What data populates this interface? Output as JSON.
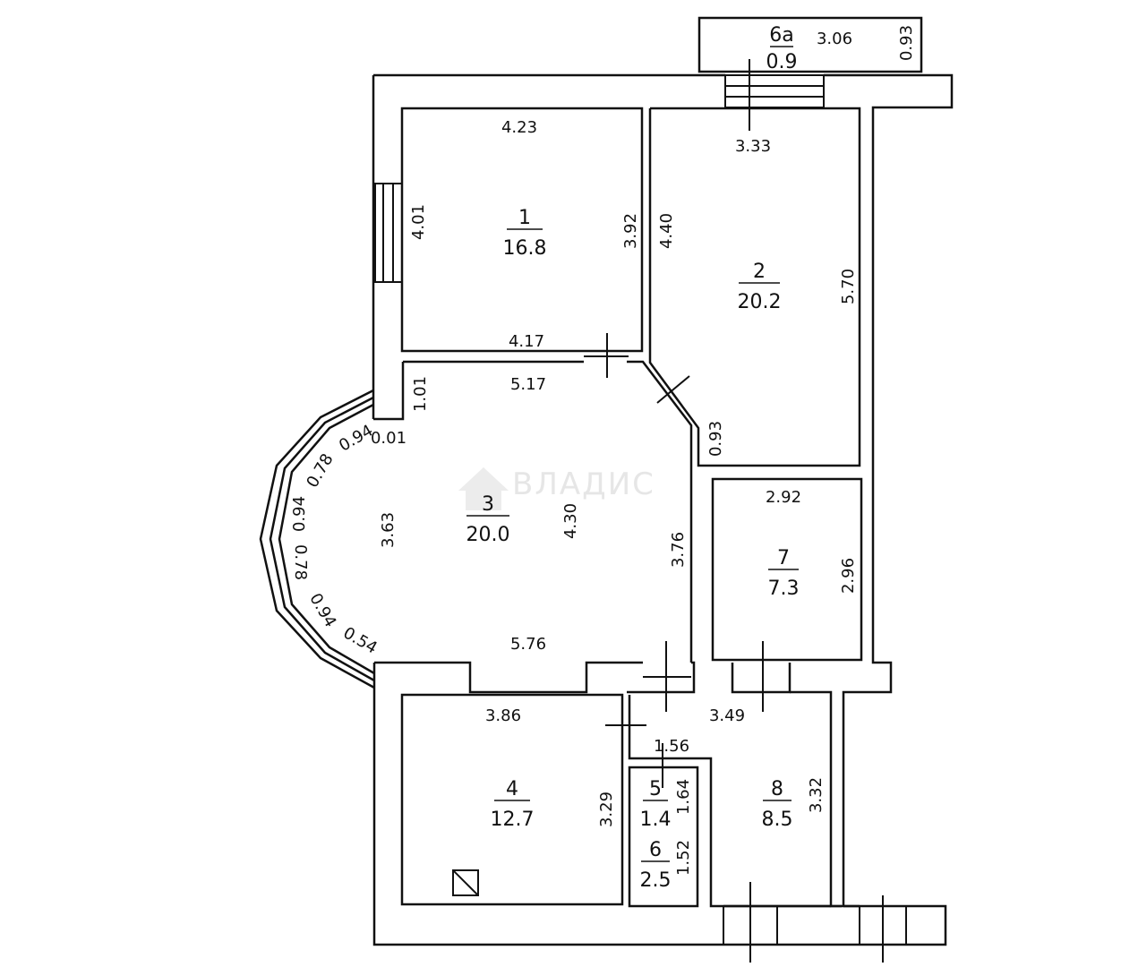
{
  "watermark": "ВЛАДИС",
  "rooms": [
    {
      "id": "r6a",
      "number": "6а",
      "area": "0.9"
    },
    {
      "id": "r1",
      "number": "1",
      "area": "16.8"
    },
    {
      "id": "r2",
      "number": "2",
      "area": "20.2"
    },
    {
      "id": "r3",
      "number": "3",
      "area": "20.0"
    },
    {
      "id": "r7",
      "number": "7",
      "area": "7.3"
    },
    {
      "id": "r4",
      "number": "4",
      "area": "12.7"
    },
    {
      "id": "r5",
      "number": "5",
      "area": "1.4"
    },
    {
      "id": "r6",
      "number": "6",
      "area": "2.5"
    },
    {
      "id": "r8",
      "number": "8",
      "area": "8.5"
    }
  ],
  "dimensions": [
    "3.06",
    "0.93",
    "4.23",
    "3.33",
    "4.01",
    "3.92",
    "4.40",
    "5.70",
    "4.17",
    "5.17",
    "1.01",
    "0.93",
    "0.94",
    "0.01",
    "0.78",
    "0.94",
    "0.78",
    "0.94",
    "0.54",
    "3.63",
    "4.30",
    "3.76",
    "5.76",
    "2.92",
    "2.96",
    "3.86",
    "3.49",
    "1.56",
    "3.29",
    "1.64",
    "1.52",
    "3.32"
  ]
}
